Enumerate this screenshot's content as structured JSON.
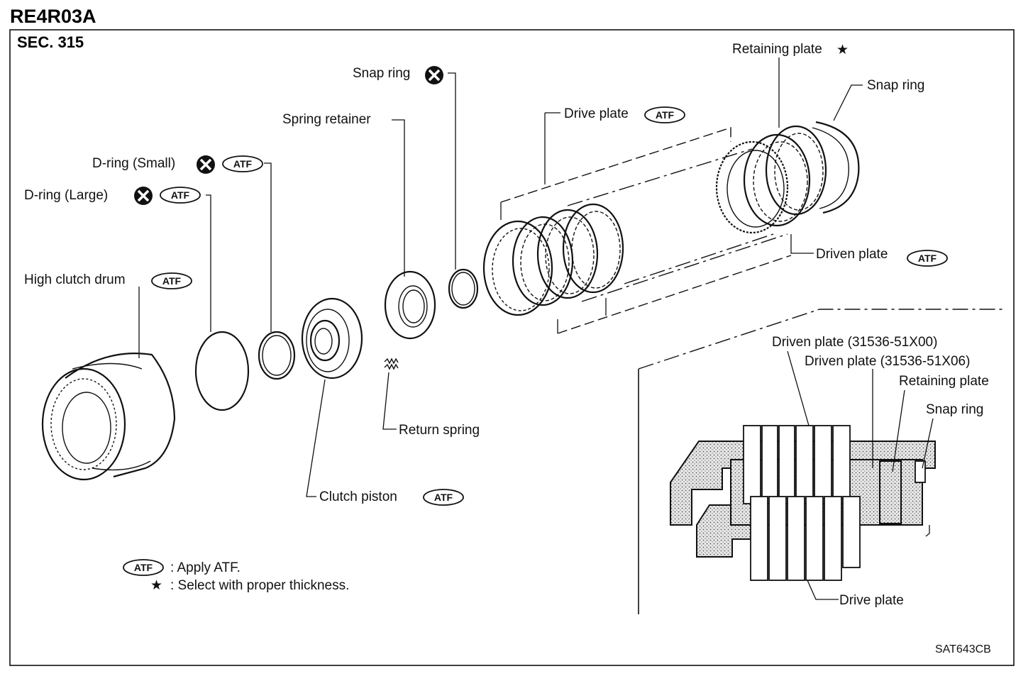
{
  "header": {
    "model": "RE4R03A",
    "section": "SEC. 315",
    "figure_code": "SAT643CB"
  },
  "symbols": {
    "atf_badge": "ATF",
    "star": "★"
  },
  "labels": {
    "snap_ring_top": "Snap ring",
    "spring_retainer": "Spring retainer",
    "drive_plate": "Drive plate",
    "retaining_plate": "Retaining plate",
    "snap_ring_right": "Snap ring",
    "d_ring_small": "D-ring (Small)",
    "d_ring_large": "D-ring (Large)",
    "high_clutch_drum": "High clutch drum",
    "driven_plate": "Driven plate",
    "return_spring": "Return spring",
    "clutch_piston": "Clutch piston"
  },
  "legend": {
    "atf_text": ": Apply ATF.",
    "star_text": ": Select with proper thickness."
  },
  "detail": {
    "driven_plate_a": "Driven plate (31536-51X00)",
    "driven_plate_b": "Driven plate (31536-51X06)",
    "retaining_plate": "Retaining plate",
    "snap_ring": "Snap ring",
    "drive_plate": "Drive plate"
  }
}
